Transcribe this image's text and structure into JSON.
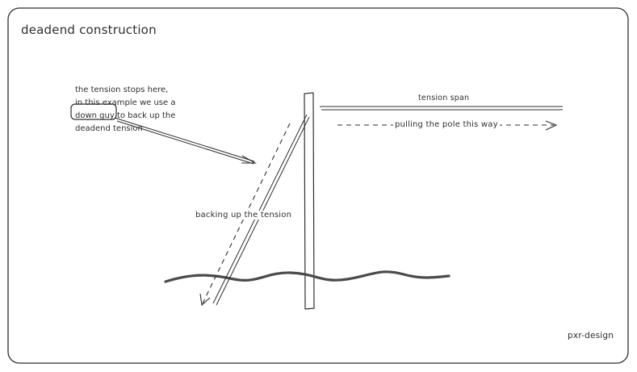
{
  "title": "deadend construction",
  "annotation": {
    "lines": [
      "the tension stops here,",
      "in this example we use a",
      "down guy to back up the",
      "deadend tension"
    ]
  },
  "labels": {
    "tension_span": "tension span",
    "pulling": "pulling the pole this way",
    "backing": "backing up the tension"
  },
  "brand": "pxr-design",
  "colors": {
    "stroke": "#2f2f2f",
    "ground": "#4a4a4a",
    "background": "#ffffff"
  }
}
